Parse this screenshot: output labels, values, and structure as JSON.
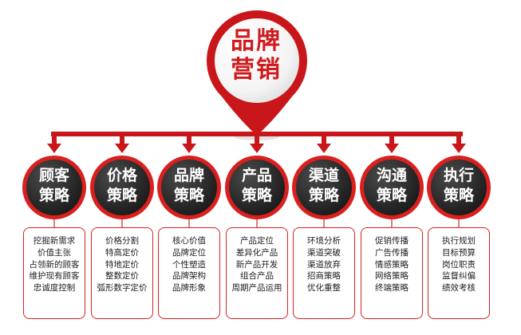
{
  "hub": {
    "title_line1": "品牌",
    "title_line2": "营销"
  },
  "strategies": [
    {
      "line1": "顾客",
      "line2": "策略",
      "items": [
        "挖掘新需求",
        "价值主张",
        "占领新的顾客",
        "维护现有顾客",
        "忠诚度控制"
      ]
    },
    {
      "line1": "价格",
      "line2": "策略",
      "items": [
        "价格分割",
        "特高定价",
        "特地定价",
        "整数定价",
        "弧形数字定价"
      ]
    },
    {
      "line1": "品牌",
      "line2": "策略",
      "items": [
        "核心价值",
        "品牌定位",
        "个性塑造",
        "品牌架构",
        "品牌形象"
      ]
    },
    {
      "line1": "产品",
      "line2": "策略",
      "items": [
        "产品定位",
        "差异化产品",
        "新产品开发",
        "组合产品",
        "周期产品运用"
      ]
    },
    {
      "line1": "渠道",
      "line2": "策略",
      "items": [
        "环境分析",
        "渠道突破",
        "渠道放弃",
        "招商策略",
        "优化重整"
      ]
    },
    {
      "line1": "沟通",
      "line2": "策略",
      "items": [
        "促销传播",
        "广告传播",
        "情感策略",
        "网络策略",
        "终端策略"
      ]
    },
    {
      "line1": "执行",
      "line2": "策略",
      "items": [
        "执行规划",
        "目标预算",
        "岗位职责",
        "监督纠偏",
        "绩效考核"
      ]
    }
  ],
  "colors": {
    "red": "#d9201f",
    "dark": "#262626",
    "text": "#222222"
  }
}
